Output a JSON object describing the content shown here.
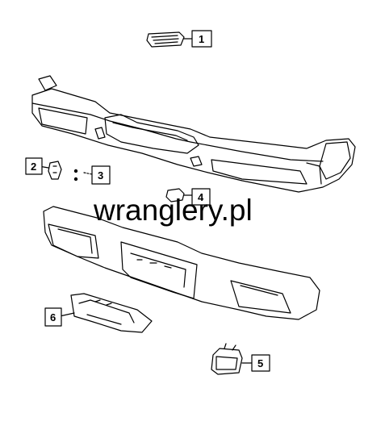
{
  "diagram": {
    "watermark": "wranglery.pl",
    "callouts": [
      {
        "id": "callout-1",
        "label": "1"
      },
      {
        "id": "callout-2",
        "label": "2"
      },
      {
        "id": "callout-3",
        "label": "3"
      },
      {
        "id": "callout-4",
        "label": "4"
      },
      {
        "id": "callout-5",
        "label": "5"
      },
      {
        "id": "callout-6",
        "label": "6"
      }
    ],
    "parts": [
      {
        "callout": "1",
        "icon": "step-pad-icon"
      },
      {
        "callout": "2",
        "icon": "bracket-icon"
      },
      {
        "callout": "3",
        "icon": "fastener-icon"
      },
      {
        "callout": "4",
        "icon": "clip-icon"
      },
      {
        "callout": "5",
        "icon": "lamp-housing-icon"
      },
      {
        "callout": "6",
        "icon": "mounting-bracket-icon"
      }
    ],
    "colors": {
      "line": "#000000",
      "background": "#ffffff"
    }
  }
}
